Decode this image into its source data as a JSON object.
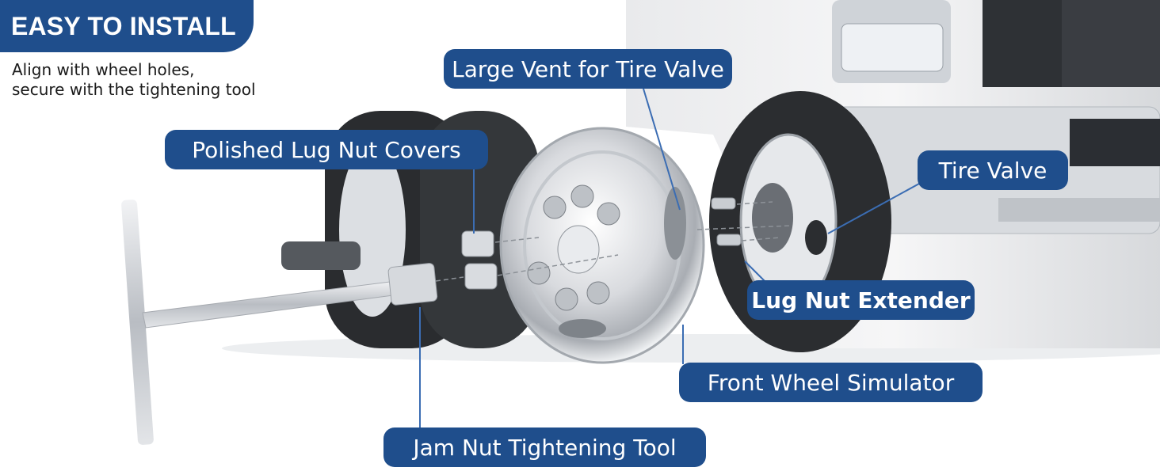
{
  "header": {
    "title": "EASY TO INSTALL",
    "subtitle_lines": [
      "Align with wheel holes,",
      "secure with the tightening tool"
    ]
  },
  "callouts": {
    "large_vent": "Large Vent for Tire Valve",
    "lug_nut_covers": "Polished Lug Nut Covers",
    "tire_valve": "Tire Valve",
    "lug_nut_extender": "Lug Nut Extender",
    "front_wheel_simulator": "Front Wheel Simulator",
    "jam_nut_tool": "Jam Nut Tightening Tool"
  },
  "colors": {
    "callout_bg": "#1f4e8c",
    "callout_text": "#ffffff",
    "leader_line": "#3b6db3"
  }
}
